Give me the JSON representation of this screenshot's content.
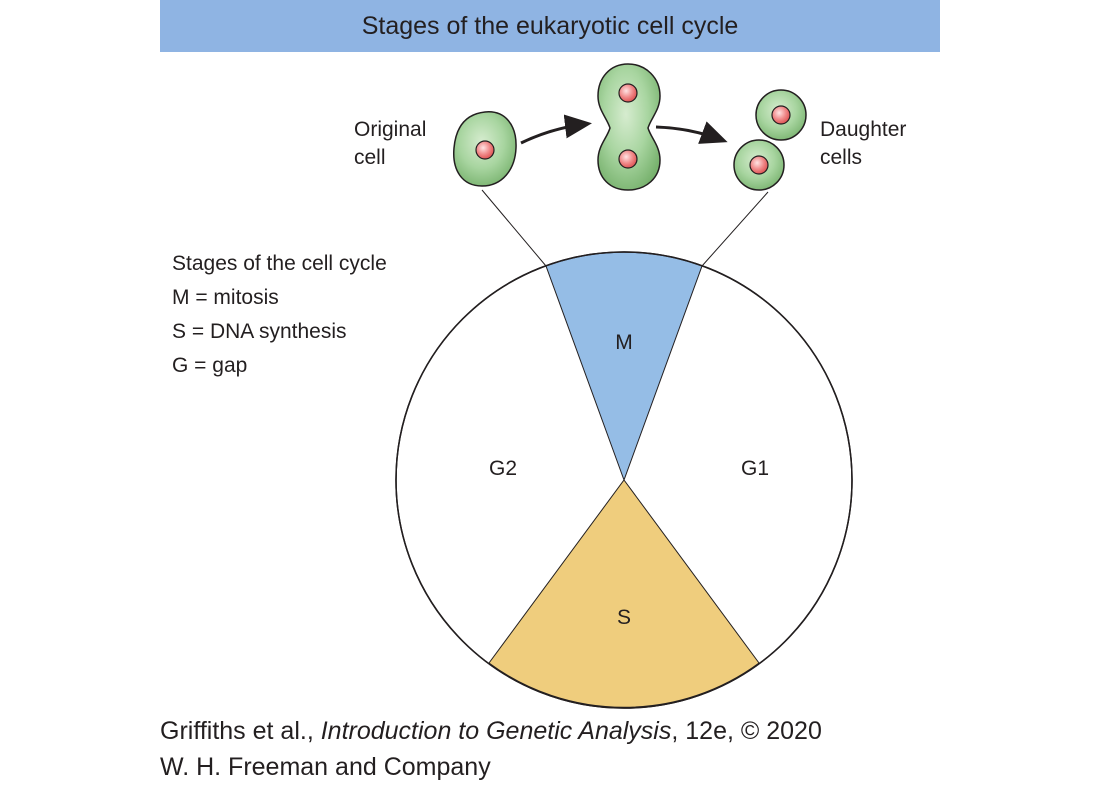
{
  "title": "Stages of the eukaryotic cell cycle",
  "top_labels": {
    "original_line1": "Original",
    "original_line2": "cell",
    "daughter_line1": "Daughter",
    "daughter_line2": "cells"
  },
  "legend": {
    "heading": "Stages of the cell cycle",
    "m": "M = mitosis",
    "s": "S = DNA synthesis",
    "g": "G = gap"
  },
  "segments": {
    "m": "M",
    "g2": "G2",
    "g1": "G1",
    "s": "S"
  },
  "colors": {
    "title_bar": "#8fb4e3",
    "m_segment": "#95bde6",
    "s_segment": "#efcd7d",
    "cell_fill": "#a8d5a0",
    "nucleus": "#f08a8a"
  },
  "credit": {
    "authors": "Griffiths et al., ",
    "book": "Introduction to Genetic Analysis",
    "edition": ", 12e, © 2020",
    "publisher": "W. H. Freeman and Company"
  }
}
